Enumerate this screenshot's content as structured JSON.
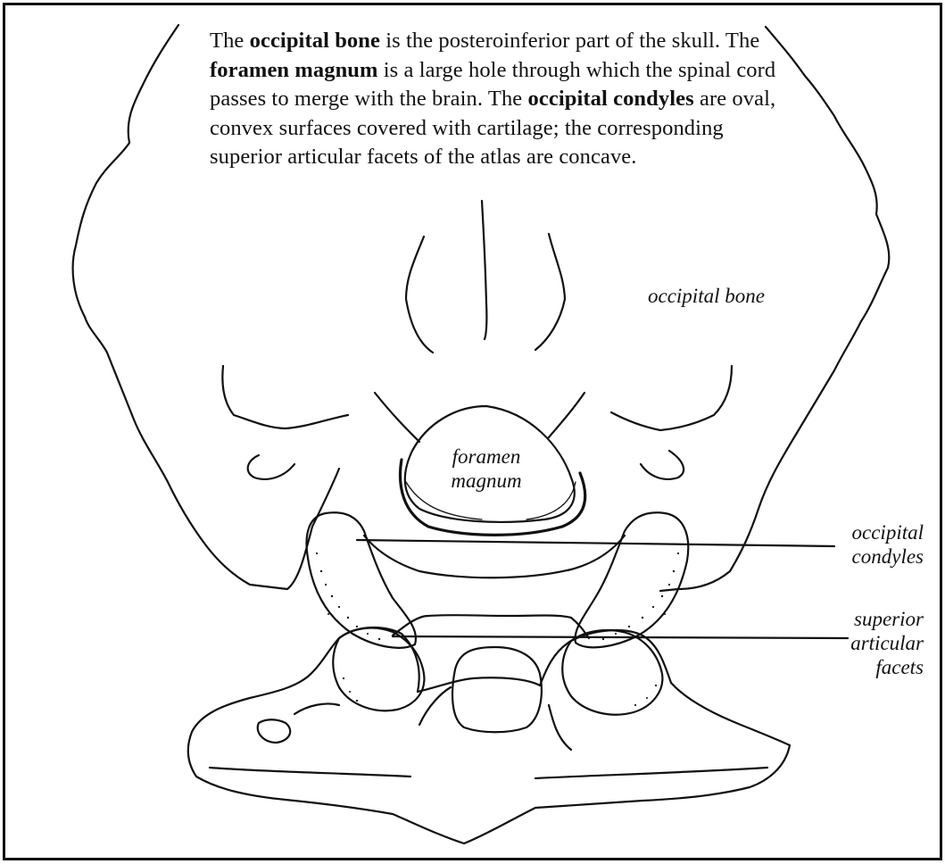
{
  "caption": {
    "s1_a": "The ",
    "s1_b": "occipital bone",
    "s1_c": " is the posteroinferior part of the skull. The ",
    "s2_b": "foramen magnum",
    "s2_c": " is a large hole through which the spinal cord passes to merge with the brain. The ",
    "s3_b": "occipital condyles",
    "s3_c": " are oval, convex surfaces covered with cartilage; the corresponding superior articular facets of the atlas are concave."
  },
  "labels": {
    "occipital_bone": "occipital bone",
    "foramen_line1": "foramen",
    "foramen_line2": "magnum",
    "condyles_line1": "occipital",
    "condyles_line2": "condyles",
    "facets_line1": "superior",
    "facets_line2": "articular",
    "facets_line3": "facets"
  }
}
